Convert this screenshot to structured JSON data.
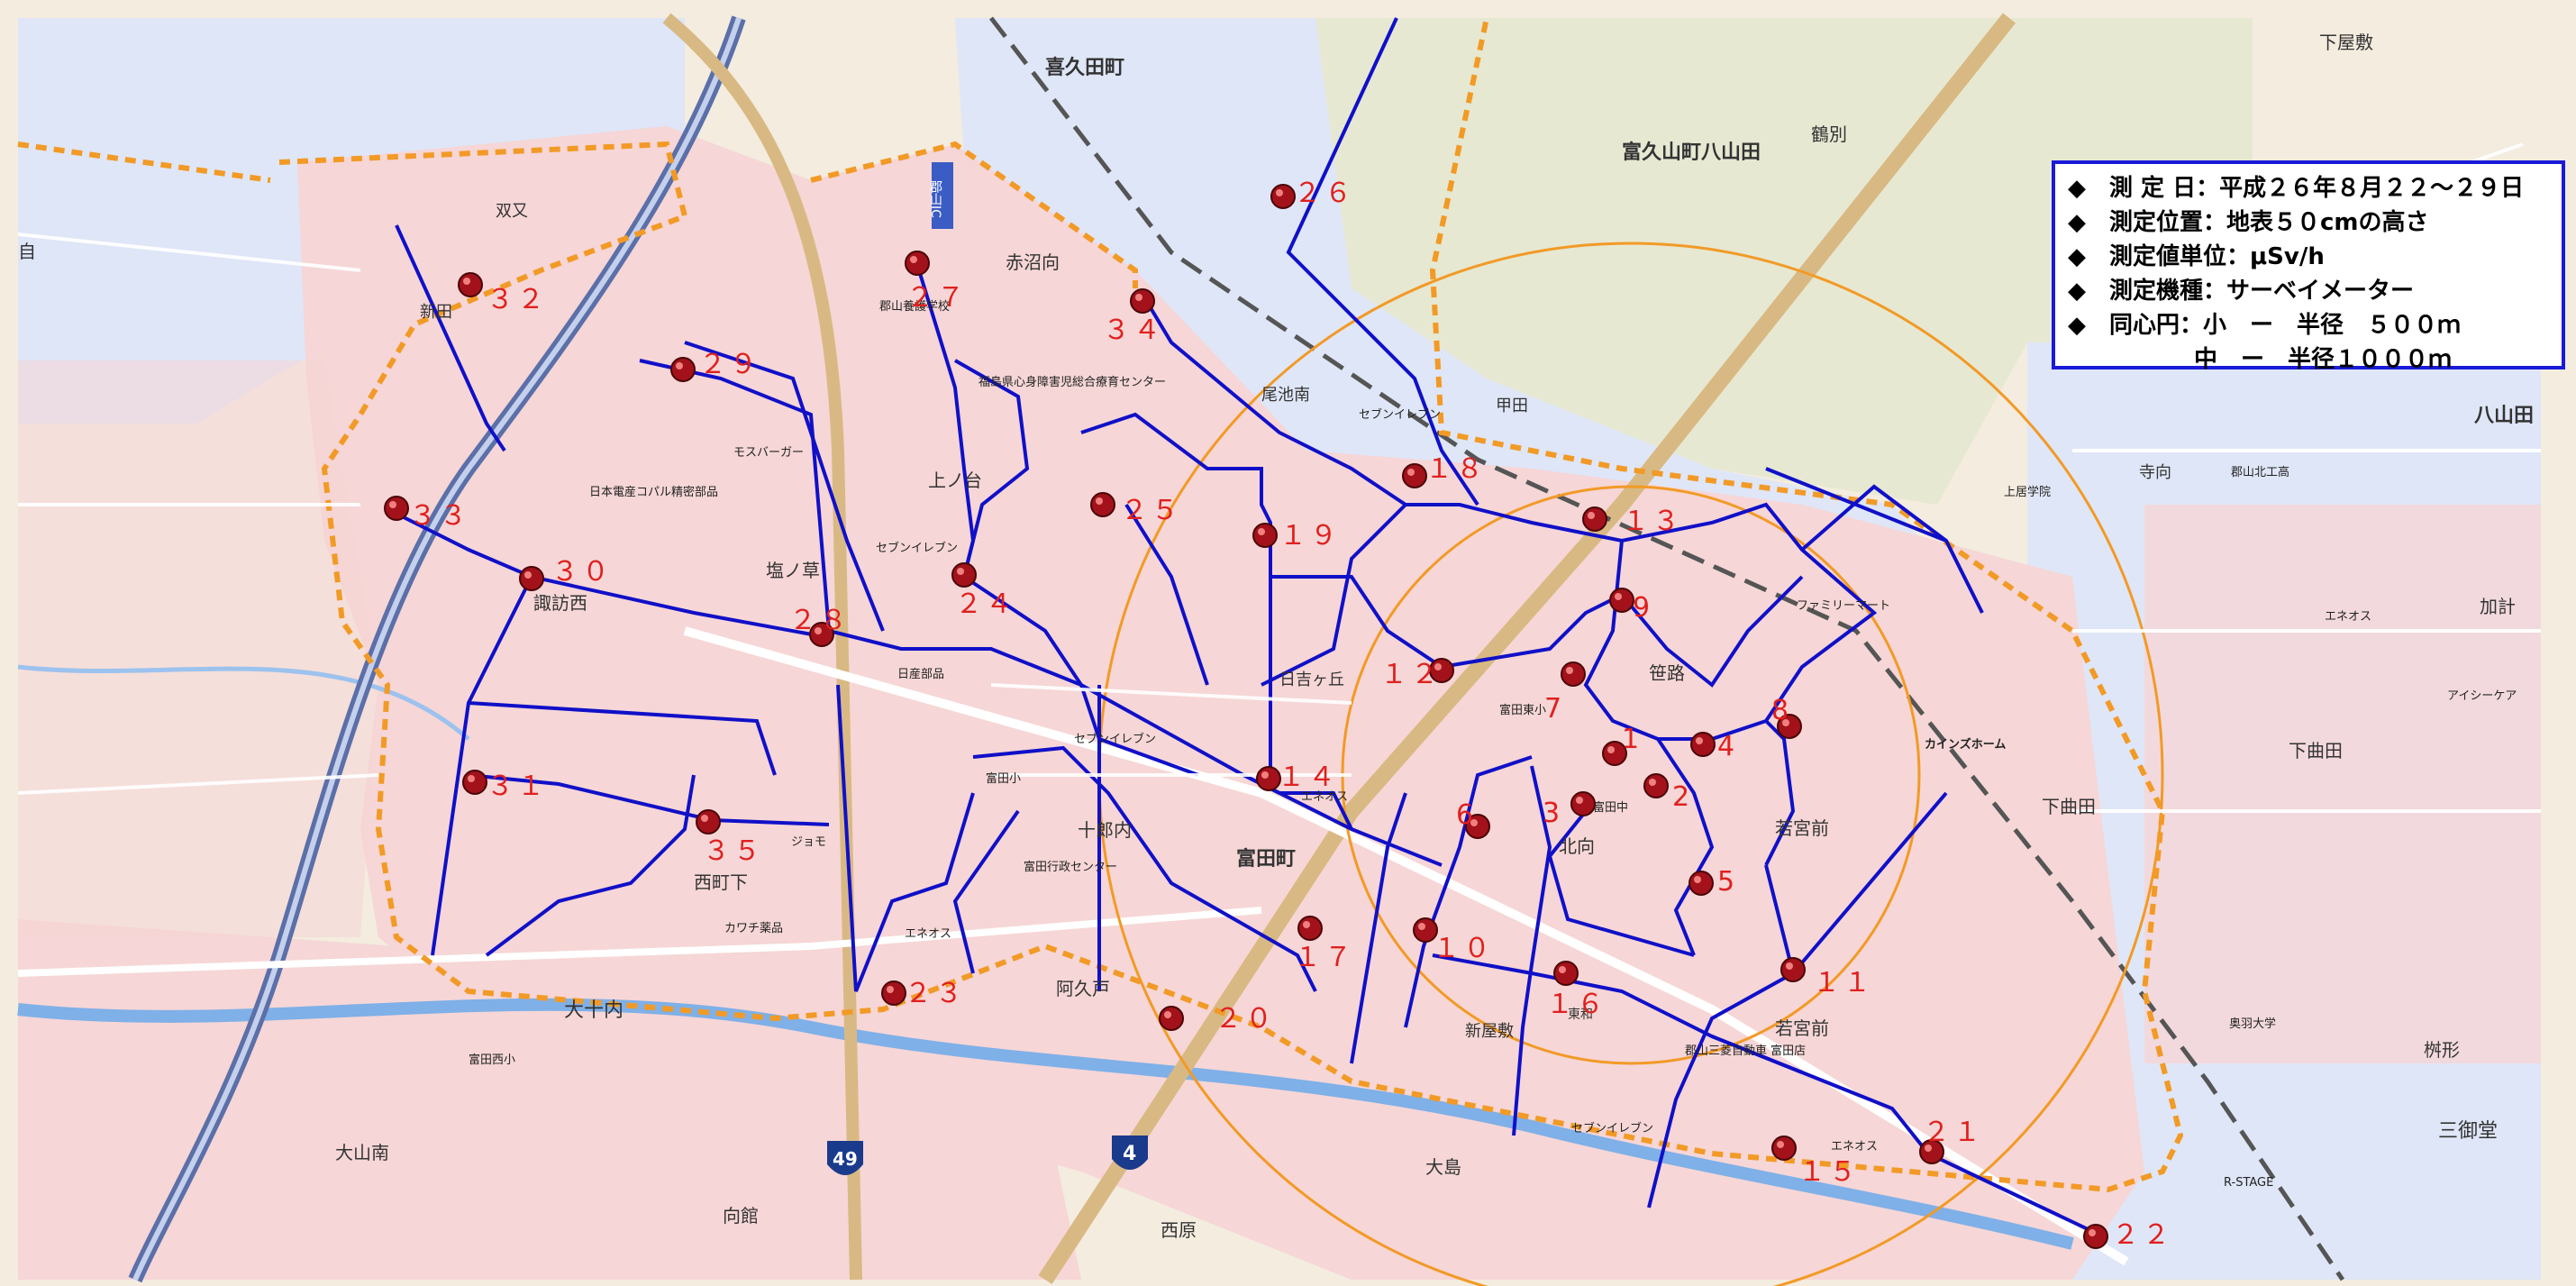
{
  "legend": {
    "measurement_date_label": "測 定 日：",
    "measurement_date_value": "平成２６年８月２２～２９日",
    "position_label": "測定位置：",
    "position_value": "地表５０cmの高さ",
    "unit_label": "測定値単位：",
    "unit_value": "μSv/h",
    "instrument_label": "測定機種：",
    "instrument_value": "サーベイメーター",
    "circle_label": "同心円：",
    "circle_small": "小　ー　半径　５００ｍ",
    "circle_medium": "中　ー　半径１０００ｍ",
    "bullet": "◆"
  },
  "points": [
    {
      "id": "1",
      "label": "1"
    },
    {
      "id": "2",
      "label": "2"
    },
    {
      "id": "3",
      "label": "3"
    },
    {
      "id": "4",
      "label": "4"
    },
    {
      "id": "5",
      "label": "5"
    },
    {
      "id": "6",
      "label": "6"
    },
    {
      "id": "7",
      "label": "7"
    },
    {
      "id": "8",
      "label": "8"
    },
    {
      "id": "9",
      "label": "9"
    },
    {
      "id": "10",
      "label": "１０"
    },
    {
      "id": "11",
      "label": "１１"
    },
    {
      "id": "12",
      "label": "１２"
    },
    {
      "id": "13",
      "label": "１３"
    },
    {
      "id": "14",
      "label": "１４"
    },
    {
      "id": "15",
      "label": "１５"
    },
    {
      "id": "16",
      "label": "１６"
    },
    {
      "id": "17",
      "label": "１７"
    },
    {
      "id": "18",
      "label": "１８"
    },
    {
      "id": "19",
      "label": "１９"
    },
    {
      "id": "20",
      "label": "２０"
    },
    {
      "id": "21",
      "label": "２１"
    },
    {
      "id": "22",
      "label": "２２"
    },
    {
      "id": "23",
      "label": "２３"
    },
    {
      "id": "24",
      "label": "２４"
    },
    {
      "id": "25",
      "label": "２５"
    },
    {
      "id": "26",
      "label": "２６"
    },
    {
      "id": "27",
      "label": "２７"
    },
    {
      "id": "28",
      "label": "２８"
    },
    {
      "id": "29",
      "label": "２９"
    },
    {
      "id": "30",
      "label": "３０"
    },
    {
      "id": "31",
      "label": "３１"
    },
    {
      "id": "32",
      "label": "３２"
    },
    {
      "id": "33",
      "label": "３３"
    },
    {
      "id": "34",
      "label": "３４"
    },
    {
      "id": "35",
      "label": "３５"
    }
  ],
  "places": {
    "kikuta": "喜久田町",
    "tomikuyama": "富久山町八山田",
    "futamata": "双又",
    "shinden": "新田",
    "suwanishi": "諏訪西",
    "shionosou": "塩ノ草",
    "kamino": "上ノ台",
    "akanuma": "赤沼向",
    "onuma": "尾池南",
    "hiyoshi": "日吉ヶ丘",
    "tomitamachi": "富田町",
    "kitamukai": "北向",
    "wakamiyamae": "若宮前",
    "wakamiyamae2": "若宮前",
    "shimomagata": "下曲田",
    "shimomagata2": "下曲田",
    "nishimachi": "西町下",
    "otouchi": "大十内",
    "ooyamaminami": "大山南",
    "mukaidate": "向館",
    "nishihara": "西原",
    "oshima": "大島",
    "ajido": "阿久戸",
    "jurouuchi": "十郎内",
    "shinyashiki": "新屋敷",
    "yayamada": "八山田",
    "shimoyashiki": "下屋敷",
    "kajiro": "鶴別",
    "tera": "寺向",
    "kota": "甲田",
    "masuda": "加計",
    "sanmido": "三御堂",
    "ojiro": "桝形",
    "kasei": "笹路",
    "seiryo": "東和"
  },
  "pois": {
    "seven1": "セブンイレブン",
    "seven2": "セブンイレブン",
    "seven3": "セブンイレブン",
    "seven4": "セブンイレブン",
    "famima": "ファミリーマート",
    "eneos1": "エネオス",
    "eneos2": "エネオス",
    "eneos3": "エネオス",
    "eneos4": "エネオス",
    "kainz": "カインズホーム",
    "mosburger": "モスバーガー",
    "nikkei": "日本電産コパル精密部品",
    "nissan": "日産部品",
    "tomitasho": "富田小",
    "tomitanishi": "富田西小",
    "tomitahigashi": "富田東小",
    "tomitachu": "富田中",
    "hospital": "福島県心身障害児総合療育センター",
    "school": "郡山養護学校",
    "ou": "奥羽大学",
    "koriyamakita": "郡山北工高",
    "mitsubishi": "郡山三菱自動車 富田店",
    "kawachi": "カワチ薬品",
    "jomo": "ジョモ",
    "rstage": "R-STAGE",
    "kamiishi": "上居学院",
    "aishin": "アイシーケア",
    "center": "富田行政センター",
    "route49": "49",
    "route4": "4",
    "ic": "郡山IC",
    "shiro": "自"
  },
  "colors": {
    "pink_area": "#f6d6d6",
    "blue_area": "#dfe6f7",
    "green_area": "#e6e8d2",
    "beige_area": "#f3ecdf",
    "route_blue": "#1010c8",
    "boundary_orange": "#f29a26",
    "circle_orange": "#f29a26",
    "label_red": "#e0201e",
    "legend_border": "#1a1ad8"
  }
}
